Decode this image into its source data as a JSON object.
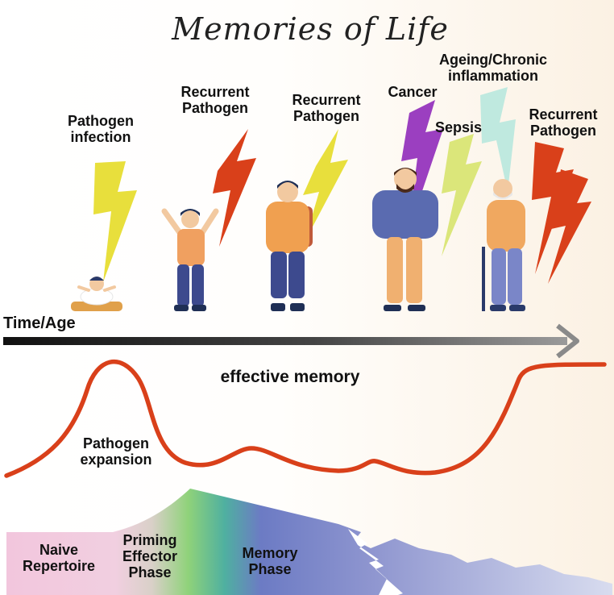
{
  "title": "Memories of Life",
  "axis": {
    "label": "Time/Age"
  },
  "events": [
    {
      "label": "Pathogen\ninfection",
      "color": "#e8df3c"
    },
    {
      "label": "Recurrent\nPathogen",
      "color": "#d9401a"
    },
    {
      "label": "Recurrent\nPathogen",
      "color": "#e8df3c"
    },
    {
      "label": "Cancer",
      "color": "#9b3fc0"
    },
    {
      "label": "Sepsis",
      "color": "#dbe67a"
    },
    {
      "label": "Ageing/Chronic\ninflammation",
      "color": "#bfe9df"
    },
    {
      "label": "Recurrent\nPathogen",
      "color": "#d9401a"
    }
  ],
  "curve": {
    "label": "effective memory",
    "peak_label": "Pathogen\nexpansion",
    "color": "#d9401a"
  },
  "phases": [
    {
      "label": "Naive\nRepertoire",
      "color": "#f0c8dc"
    },
    {
      "label": "Priming\nEffector\nPhase",
      "color": "#8fd27a"
    },
    {
      "label": "Memory\nPhase",
      "color": "#7a86c8"
    }
  ]
}
